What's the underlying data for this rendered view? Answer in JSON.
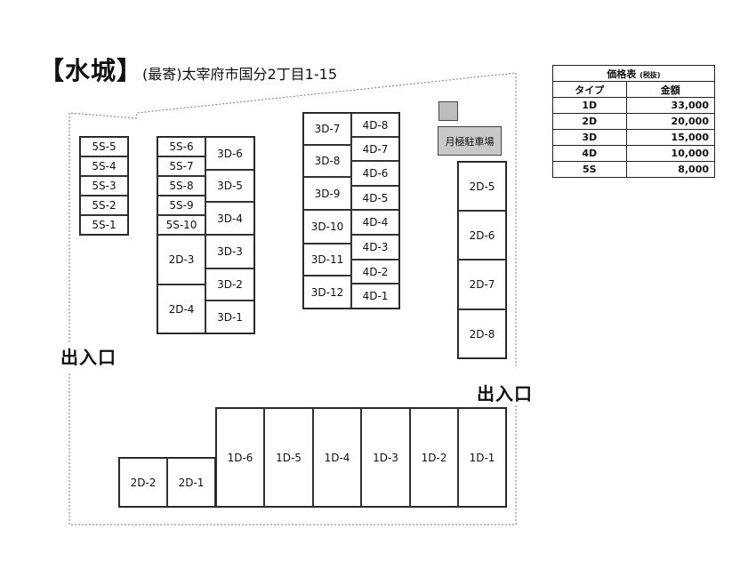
{
  "title": {
    "main": "【水城】",
    "sub": "(最寄)太宰府市国分2丁目1-15"
  },
  "gates": {
    "left": "出入口",
    "right": "出入口"
  },
  "monthly_parking_label": "月極駐車場",
  "price_table": {
    "title": "価格表",
    "title_note": "(税抜)",
    "col_type": "タイプ",
    "col_amount": "金額",
    "rows": [
      {
        "type": "1D",
        "amount": "33,000"
      },
      {
        "type": "2D",
        "amount": "20,000"
      },
      {
        "type": "3D",
        "amount": "15,000"
      },
      {
        "type": "4D",
        "amount": "10,000"
      },
      {
        "type": "5S",
        "amount": "8,000"
      }
    ]
  },
  "units": {
    "5S-5": "5S-5",
    "5S-4": "5S-4",
    "5S-3": "5S-3",
    "5S-2": "5S-2",
    "5S-1": "5S-1",
    "5S-6": "5S-6",
    "5S-7": "5S-7",
    "5S-8": "5S-8",
    "5S-9": "5S-9",
    "5S-10": "5S-10",
    "3D-6": "3D-6",
    "3D-5": "3D-5",
    "3D-4": "3D-4",
    "3D-3": "3D-3",
    "3D-2": "3D-2",
    "3D-1": "3D-1",
    "2D-3": "2D-3",
    "2D-4": "2D-4",
    "3D-7": "3D-7",
    "3D-8": "3D-8",
    "3D-9": "3D-9",
    "3D-10": "3D-10",
    "3D-11": "3D-11",
    "3D-12": "3D-12",
    "4D-8": "4D-8",
    "4D-7": "4D-7",
    "4D-6": "4D-6",
    "4D-5": "4D-5",
    "4D-4": "4D-4",
    "4D-3": "4D-3",
    "4D-2": "4D-2",
    "4D-1": "4D-1",
    "2D-5": "2D-5",
    "2D-6": "2D-6",
    "2D-7": "2D-7",
    "2D-8": "2D-8",
    "2D-2": "2D-2",
    "2D-1": "2D-1",
    "1D-6": "1D-6",
    "1D-5": "1D-5",
    "1D-4": "1D-4",
    "1D-3": "1D-3",
    "1D-2": "1D-2",
    "1D-1": "1D-1"
  }
}
